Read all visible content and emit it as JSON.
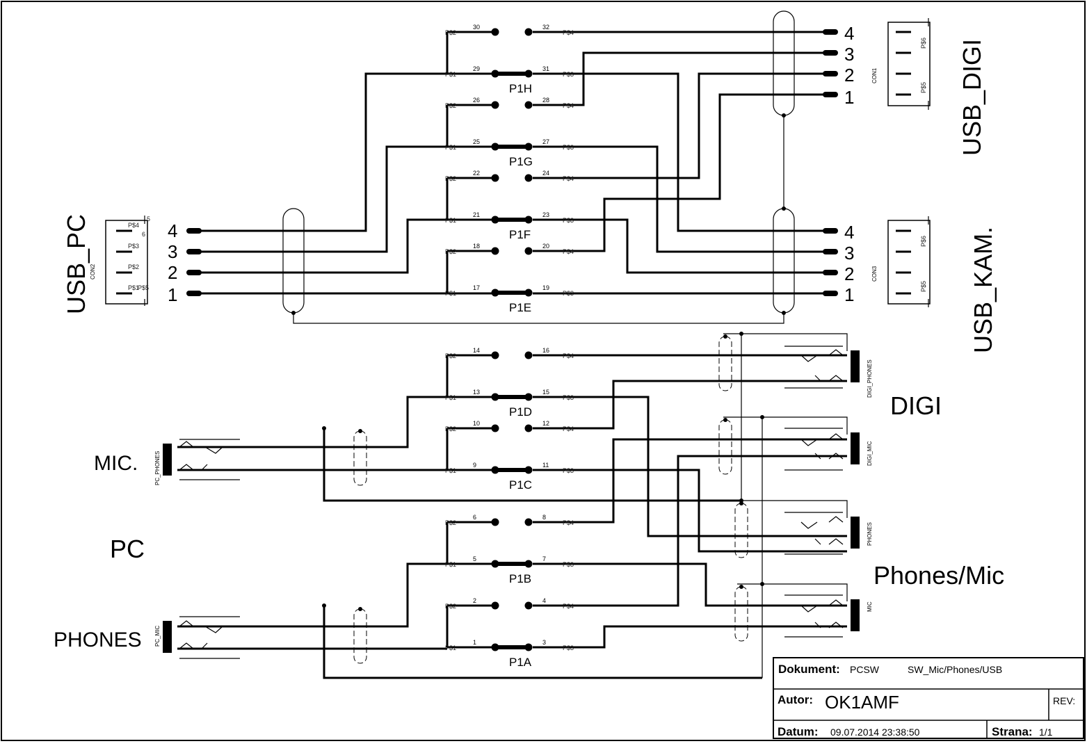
{
  "connectors": {
    "usb_pc": {
      "title": "USB_PC",
      "ref": "CON2",
      "pins": [
        "4",
        "3",
        "2",
        "1"
      ],
      "pad_labels": [
        "P$4",
        "P$3",
        "P$2",
        "P$1",
        "P$5",
        "6",
        "5"
      ]
    },
    "usb_digi": {
      "title": "USB_DIGI",
      "ref": "CON1",
      "pins": [
        "4",
        "3",
        "2",
        "1"
      ],
      "pad_labels": [
        "P$6",
        "P$5"
      ]
    },
    "usb_kam": {
      "title": "USB_KAM.",
      "ref": "CON3",
      "pins": [
        "4",
        "3",
        "2",
        "1"
      ],
      "pad_labels": [
        "P$6",
        "P$5"
      ]
    }
  },
  "switches": [
    {
      "label": "P1H",
      "top": [
        "30",
        "32"
      ],
      "bottom": [
        "29",
        "31"
      ]
    },
    {
      "label": "P1G",
      "top": [
        "26",
        "28"
      ],
      "bottom": [
        "25",
        "27"
      ]
    },
    {
      "label": "P1F",
      "top": [
        "22",
        "24"
      ],
      "bottom": [
        "21",
        "23"
      ]
    },
    {
      "label": "P1E",
      "top": [
        "18",
        "20"
      ],
      "bottom": [
        "17",
        "19"
      ]
    },
    {
      "label": "P1D",
      "top": [
        "14",
        "16"
      ],
      "bottom": [
        "13",
        "15"
      ]
    },
    {
      "label": "P1C",
      "top": [
        "10",
        "12"
      ],
      "bottom": [
        "9",
        "11"
      ]
    },
    {
      "label": "P1B",
      "top": [
        "6",
        "8"
      ],
      "bottom": [
        "5",
        "7"
      ]
    },
    {
      "label": "P1A",
      "top": [
        "2",
        "4"
      ],
      "bottom": [
        "1",
        "3"
      ]
    }
  ],
  "switch_pad_labels": {
    "l_top": "P$2",
    "l_bot": "P$1",
    "r_top": "P$4",
    "r_bot": "P$3"
  },
  "jacks": {
    "pc_phones": "PC_PHONES",
    "pc_mic": "PC_MIC",
    "digi_phones": "DIGI_PHONES",
    "digi_mic": "DIGI_MIC",
    "phones": "PHONES",
    "mic": "MIC"
  },
  "labels": {
    "mic": "MIC.",
    "pc": "PC",
    "phones": "PHONES",
    "digi": "DIGI",
    "phones_mic": "Phones/Mic"
  },
  "title_block": {
    "dokument_label": "Dokument:",
    "dokument_value": "PCSW",
    "dokument_name": "SW_Mic/Phones/USB",
    "autor_label": "Autor:",
    "autor_value": "OK1AMF",
    "rev_label": "REV:",
    "datum_label": "Datum:",
    "datum_value": "09.07.2014 23:38:50",
    "strana_label": "Strana:",
    "strana_value": "1/1"
  }
}
